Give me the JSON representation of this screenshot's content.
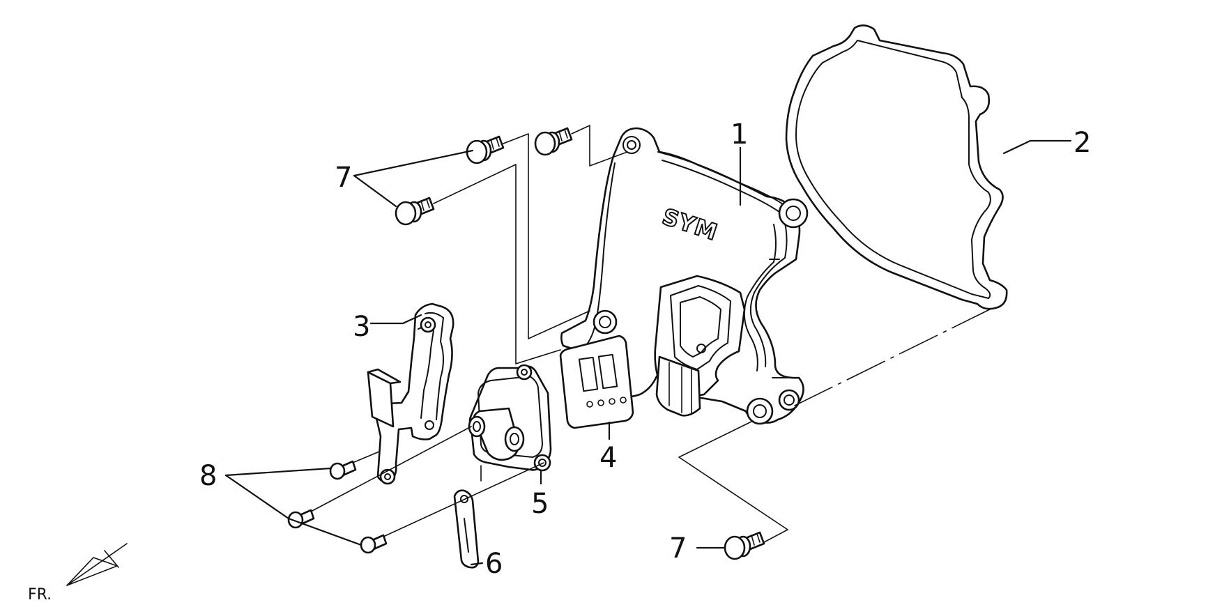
{
  "diagram": {
    "callouts": [
      {
        "id": "1",
        "label": "1"
      },
      {
        "id": "2",
        "label": "2"
      },
      {
        "id": "3",
        "label": "3"
      },
      {
        "id": "4",
        "label": "4"
      },
      {
        "id": "5",
        "label": "5"
      },
      {
        "id": "6",
        "label": "6"
      },
      {
        "id": "7a",
        "label": "7"
      },
      {
        "id": "7b",
        "label": "7"
      },
      {
        "id": "8",
        "label": "8"
      }
    ],
    "logo_text": "SYM",
    "front_indicator": "FR."
  }
}
